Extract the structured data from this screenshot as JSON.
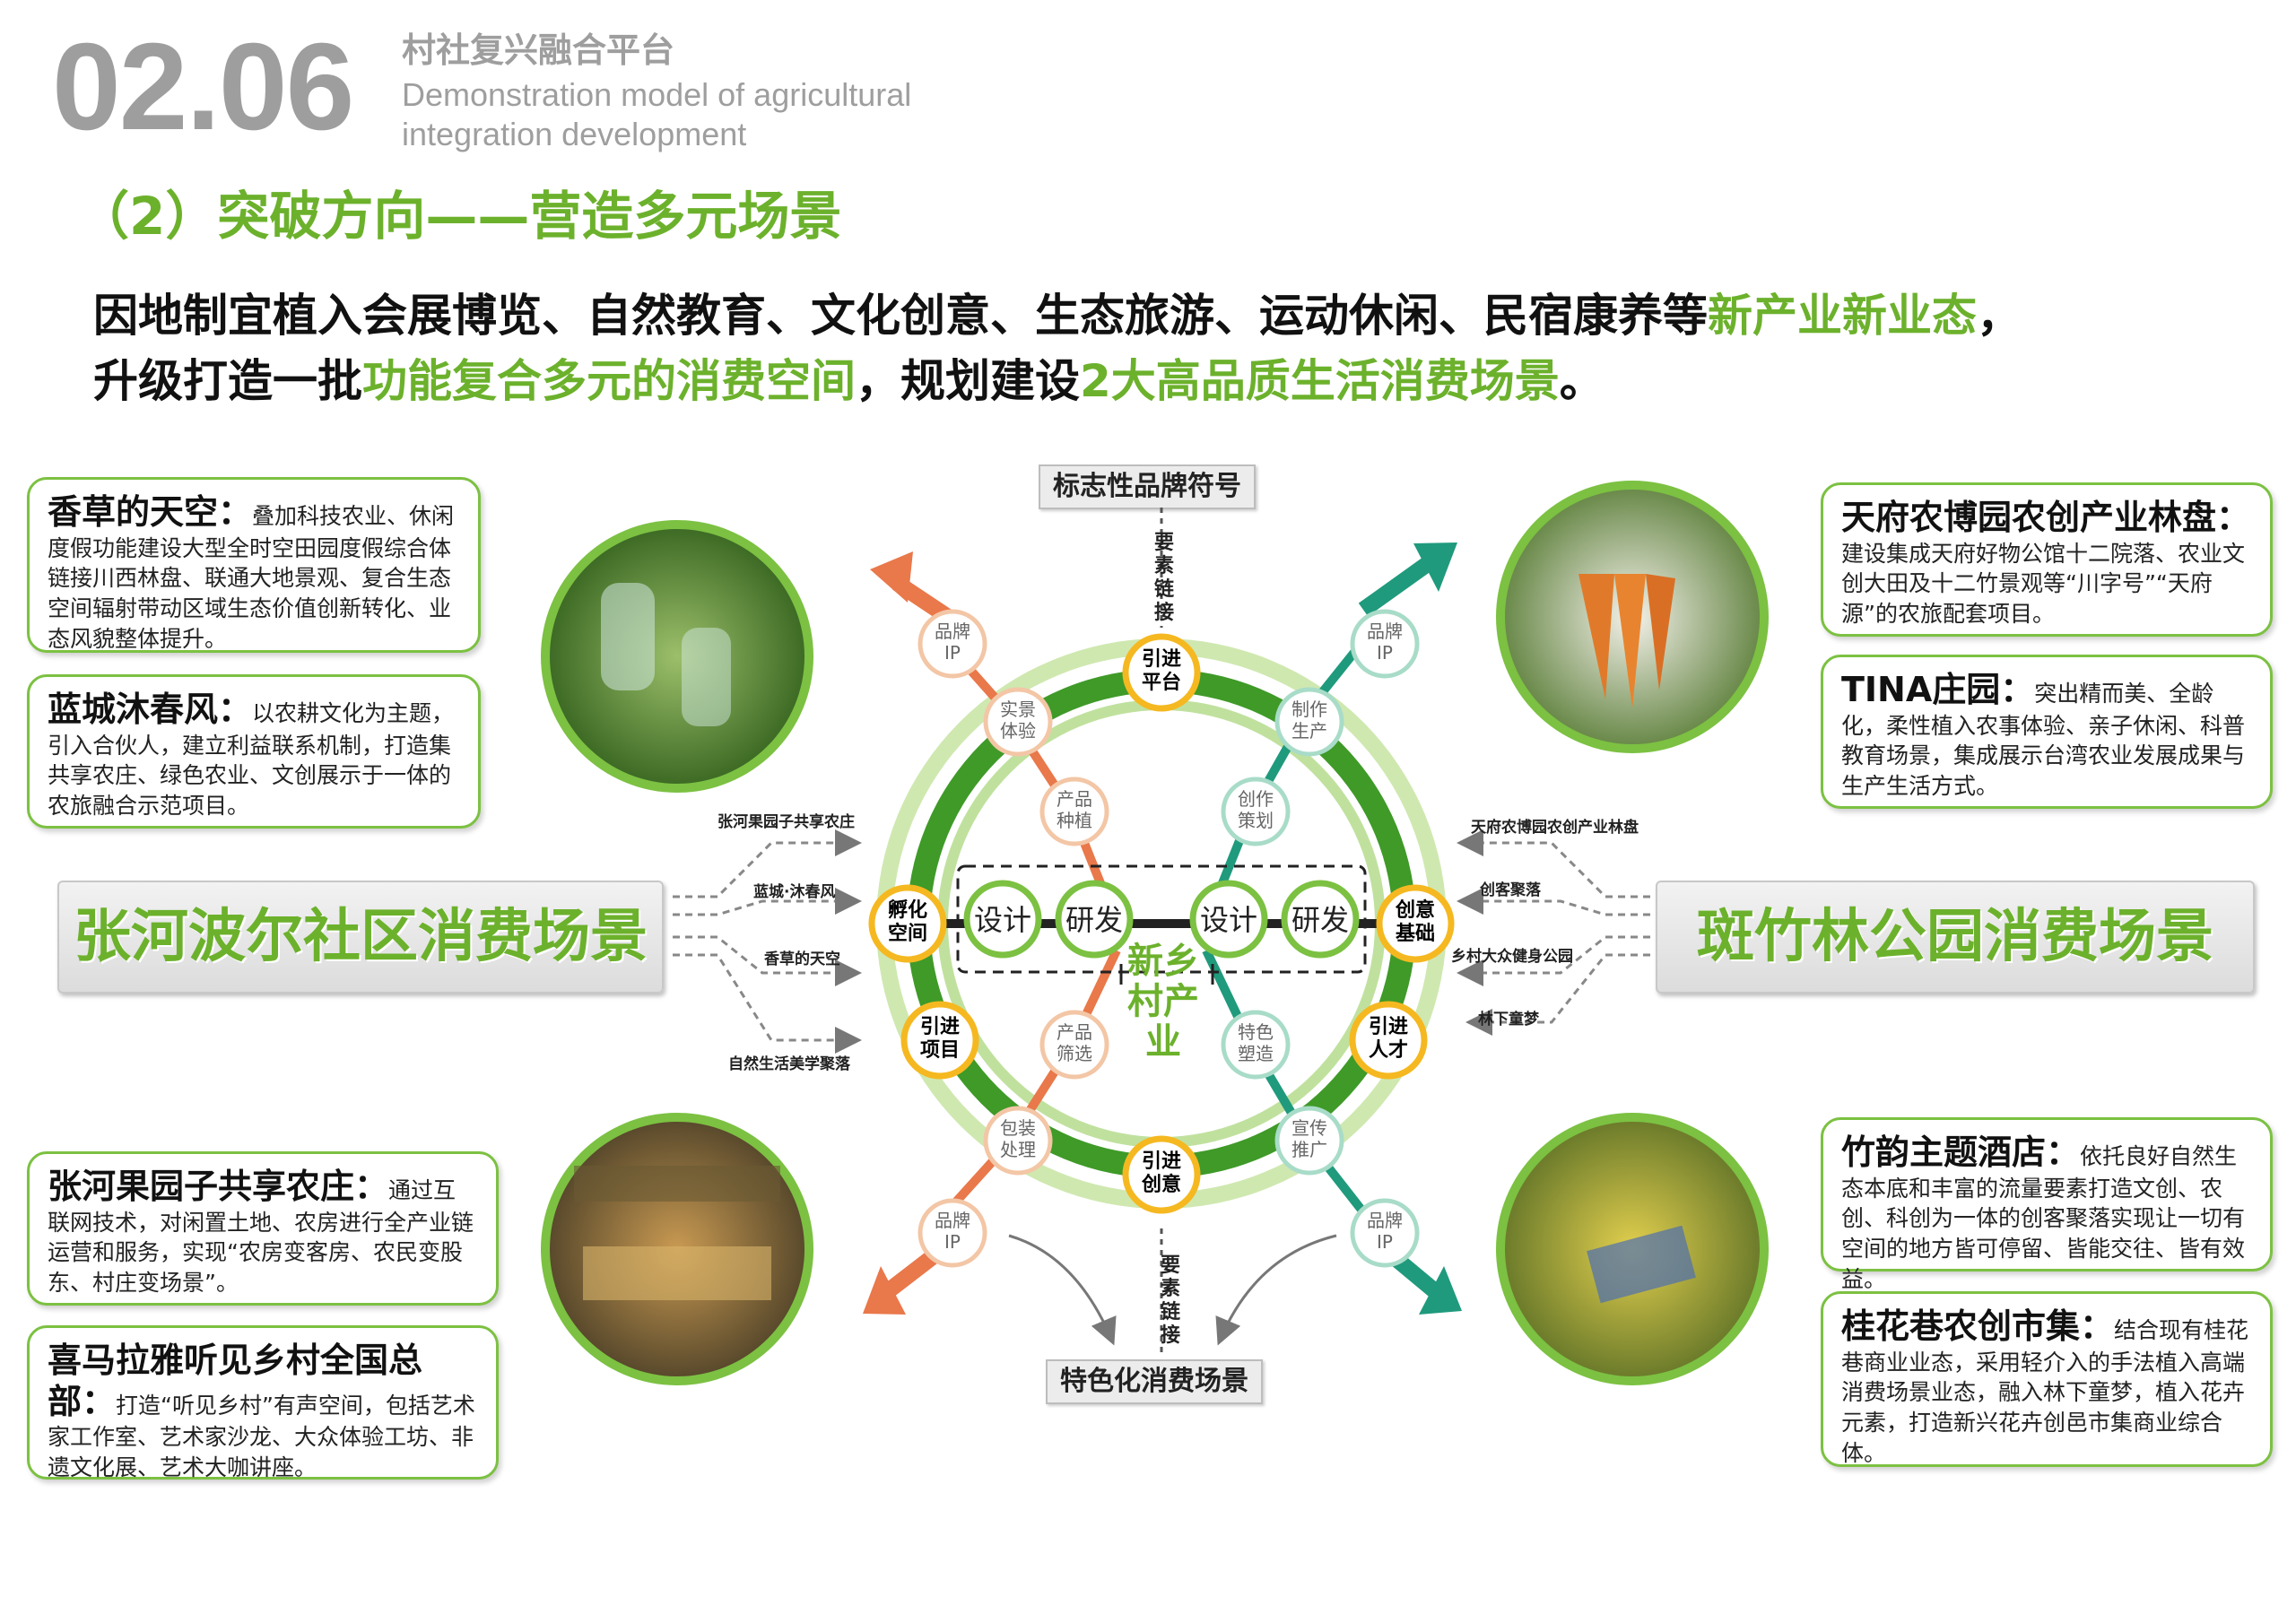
{
  "header": {
    "section_number": "02.06",
    "section_title_cn": "村社复兴融合平台",
    "section_title_en": "Demonstration model of agricultural integration development"
  },
  "subtitle": "（2）突破方向——营造多元场景",
  "intro": {
    "line1_a": "因地制宜植入会展博览、自然教育、文化创意、生态旅游、运动休闲、民宿康养等",
    "line1_b": "新产业新业态",
    "line1_c": "，",
    "line2_a": "升级打造一批",
    "line2_b": "功能复合多元的消费空间",
    "line2_c": "，规划建设",
    "line2_d": "2大高品质生活消费场景",
    "line2_e": "。"
  },
  "left_cards": [
    {
      "title": "香草的天空：",
      "body": "叠加科技农业、休闲度假功能建设大型全时空田园度假综合体链接川西林盘、联通大地景观、复合生态空间辐射带动区域生态价值创新转化、业态风貌整体提升。"
    },
    {
      "title": "蓝城沐春风：",
      "body": "以农耕文化为主题，引入合伙人，建立利益联系机制，打造集共享农庄、绿色农业、文创展示于一体的农旅融合示范项目。"
    },
    {
      "title": "张河果园子共享农庄：",
      "body": "通过互联网技术，对闲置土地、农房进行全产业链运营和服务，实现“农房变客房、农民变股东、村庄变场景”。"
    },
    {
      "title": "喜马拉雅听见乡村全国总部：",
      "body": "打造“听见乡村”有声空间，包括艺术家工作室、艺术家沙龙、大众体验工坊、非遗文化展、艺术大咖讲座。"
    }
  ],
  "right_cards": [
    {
      "title": "天府农博园农创产业林盘：",
      "body": "建设集成天府好物公馆十二院落、农业文创大田及十二竹景观等“川字号”“天府源”的农旅配套项目。"
    },
    {
      "title": "TINA庄园：",
      "body": "突出精而美、全龄化，柔性植入农事体验、亲子休闲、科普教育场景，集成展示台湾农业发展成果与生产生活方式。"
    },
    {
      "title": "竹韵主题酒店：",
      "body": "依托良好自然生态本底和丰富的流量要素打造文创、农创、科创为一体的创客聚落实现让一切有空间的地方皆可停留、皆能交往、皆有效益。"
    },
    {
      "title": "桂花巷农创市集：",
      "body": "结合现有桂花巷商业业态，采用轻介入的手法植入高端消费场景业态，融入林下童梦，植入花卉元素，打造新兴花卉创邑市集商业综合体。"
    }
  ],
  "scenes": {
    "left": "张河波尔社区消费场景",
    "right": "斑竹林公园消费场景"
  },
  "diagram": {
    "top_tag": "标志性品牌符号",
    "bottom_tag": "特色化消费场景",
    "link_top": "要素链接",
    "link_bottom": "要素链接",
    "center": "新乡村产业",
    "ring_nodes": {
      "top": "引进平台",
      "left": "孵化空间",
      "right": "创意基础",
      "bottom": "引进创意",
      "lower_left": "引进项目",
      "lower_right": "引进人才"
    },
    "inner_nodes": {
      "ul": "实景体验",
      "ur": "制作生产",
      "ll": "包装处理",
      "lr": "宣传推广",
      "ul2": "产品种植",
      "ur2": "创作策划",
      "ll2": "产品筛选",
      "lr2": "特色塑造"
    },
    "brand_ip": "品牌IP",
    "process": [
      "设计",
      "研发",
      "设计",
      "研发"
    ],
    "left_flows": [
      "张河果园子共享农庄",
      "蓝城·沐春风",
      "香草的天空",
      "自然生活美学聚落"
    ],
    "right_flows": [
      "天府农博园农创产业林盘",
      "创客聚落",
      "乡村大众健身公园",
      "林下童梦"
    ],
    "colors": {
      "green": "#6cb12c",
      "dark_green": "#3f9a28",
      "teal": "#1f9a7c",
      "orange": "#e9784a",
      "light_ring": "#cfe8b0"
    }
  }
}
